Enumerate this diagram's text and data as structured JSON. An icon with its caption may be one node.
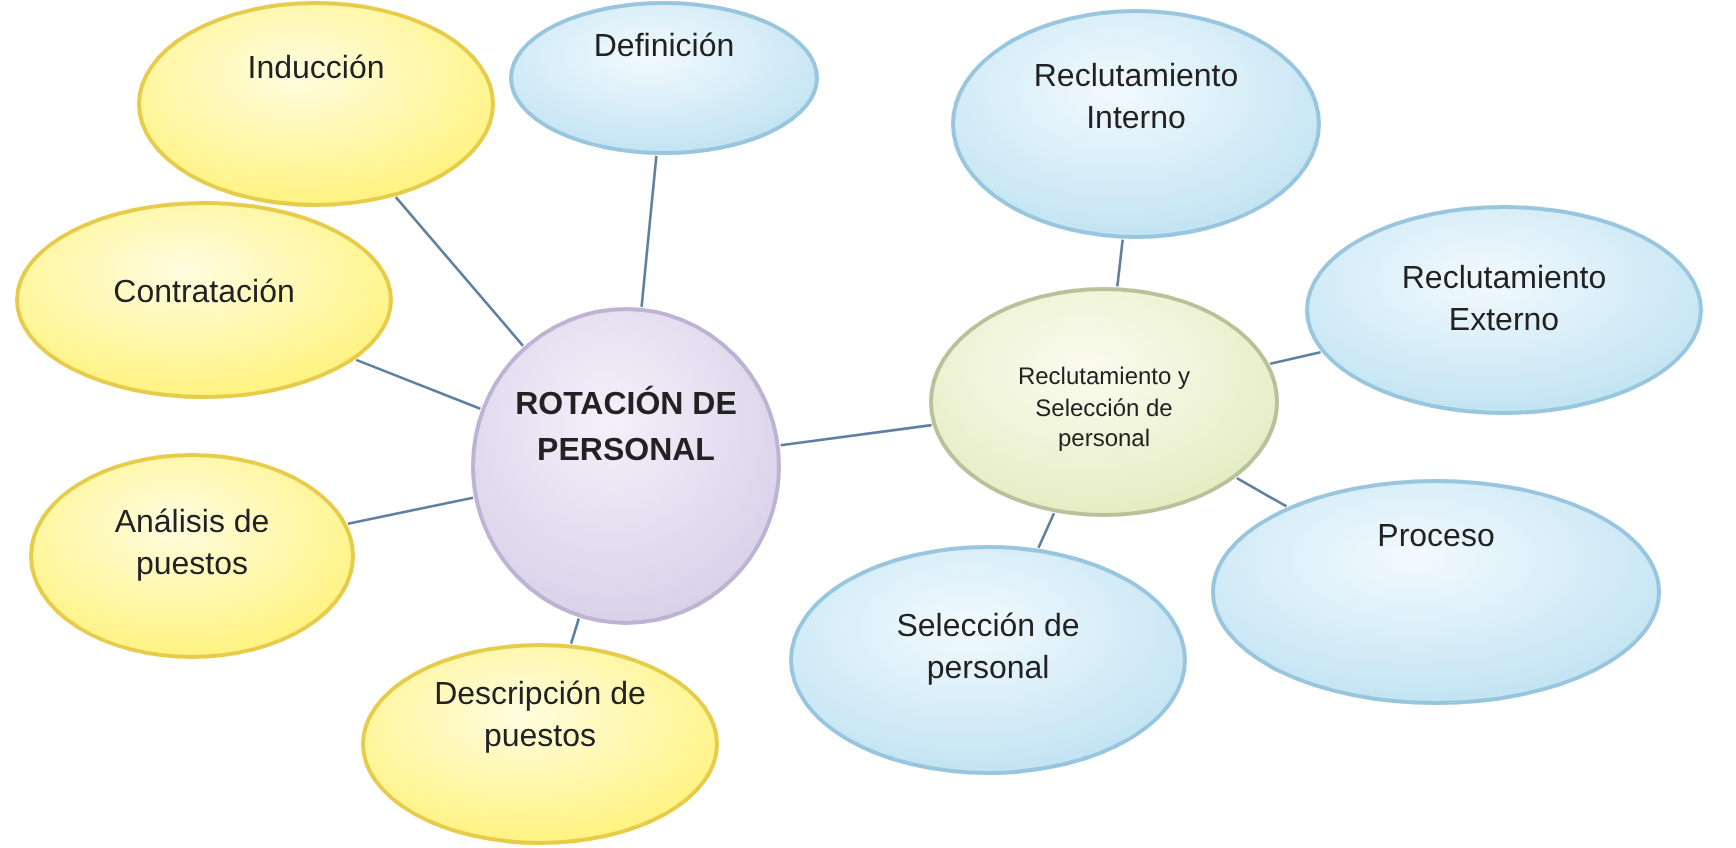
{
  "diagram": {
    "nodes": [
      {
        "text": [
          "ROTACIÓN DE PERSONAL"
        ]
      },
      {
        "text": [
          "Inducción"
        ]
      },
      {
        "text": [
          "Definición"
        ]
      },
      {
        "text": [
          "Contratación"
        ]
      },
      {
        "text": [
          "Análisis de puestos"
        ]
      },
      {
        "text": [
          "Descripción de puestos"
        ]
      },
      {
        "text": [
          "Reclutamiento y Selección de personal"
        ]
      },
      {
        "text": [
          "Reclutamiento Interno"
        ]
      },
      {
        "text": [
          "Reclutamiento Externo"
        ]
      },
      {
        "text": [
          "Proceso"
        ]
      },
      {
        "text": [
          "Selección de personal"
        ]
      }
    ],
    "edges": [
      {
        "from": 0,
        "to": 1,
        "arrow": "none"
      },
      {
        "from": 0,
        "to": 2,
        "arrow": "none"
      },
      {
        "from": 0,
        "to": 3,
        "arrow": "none"
      },
      {
        "from": 0,
        "to": 4,
        "arrow": "none"
      },
      {
        "from": 0,
        "to": 5,
        "arrow": "none"
      },
      {
        "from": 0,
        "to": 6,
        "arrow": "none"
      },
      {
        "from": 6,
        "to": 7,
        "arrow": "none"
      },
      {
        "from": 6,
        "to": 8,
        "arrow": "none"
      },
      {
        "from": 6,
        "to": 9,
        "arrow": "none"
      },
      {
        "from": 6,
        "to": 10,
        "arrow": "none"
      }
    ]
  }
}
